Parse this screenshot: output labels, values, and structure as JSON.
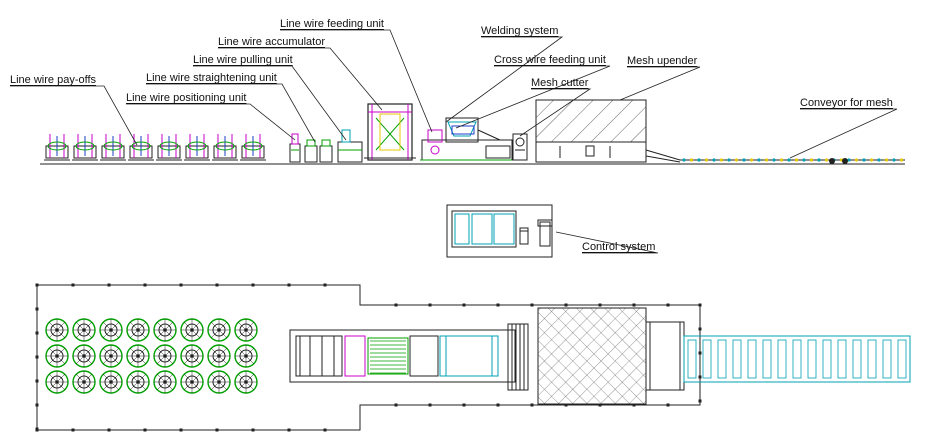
{
  "labels": {
    "line_wire_payoffs": "Line wire pay-offs",
    "line_wire_positioning_unit": "Line wire positioning unit",
    "line_wire_straightening_unit": "Line wire straightening unit",
    "line_wire_pulling_unit": "Line wire pulling unit",
    "line_wire_accumulator": "Line wire accumulator",
    "line_wire_feeding_unit": "Line wire feeding unit",
    "welding_system": "Welding system",
    "cross_wire_feeding_unit": "Cross wire feeding unit",
    "mesh_cutter": "Mesh cutter",
    "mesh_upender": "Mesh upender",
    "conveyor_for_mesh": "Conveyor for mesh",
    "control_system": "Control system"
  },
  "colors": {
    "line": "#222222",
    "magenta": "#c800c8",
    "green": "#00a000",
    "cyan": "#00a0b4",
    "yellow": "#e6c800",
    "blue": "#1e3cc8"
  }
}
